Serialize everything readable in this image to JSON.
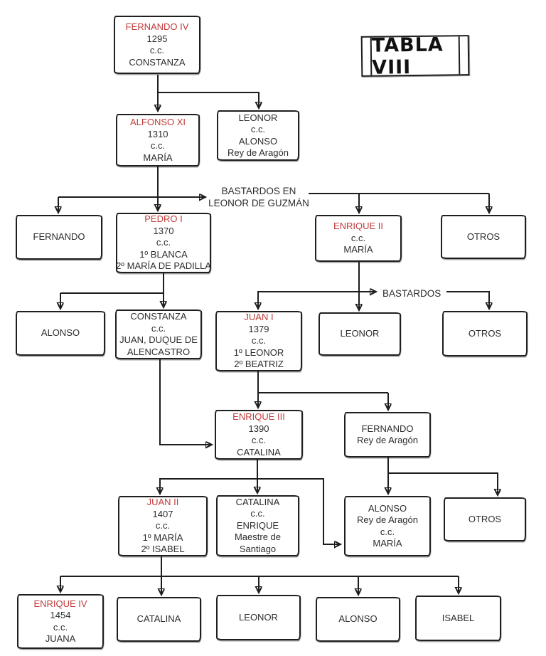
{
  "title": {
    "label": "TABLA VIII"
  },
  "accent_color": "#c13b3b",
  "line_color": "#1d1d1d",
  "labels": {
    "bastardos_guzman_line1": "BASTARDOS EN",
    "bastardos_guzman_line2": "LEONOR DE GUZMÁN",
    "bastardos": "BASTARDOS"
  },
  "nodes": [
    {
      "id": "fernando-iv",
      "lines": [
        {
          "text": "FERNANDO IV",
          "red": true
        },
        {
          "text": "1295"
        },
        {
          "text": "c.c."
        },
        {
          "text": "CONSTANZA"
        }
      ]
    },
    {
      "id": "alfonso-xi",
      "lines": [
        {
          "text": "ALFONSO XI",
          "red": true
        },
        {
          "text": "1310"
        },
        {
          "text": "c.c."
        },
        {
          "text": "MARÍA"
        }
      ]
    },
    {
      "id": "leonor-aragon",
      "lines": [
        {
          "text": "LEONOR"
        },
        {
          "text": "c.c."
        },
        {
          "text": "ALONSO"
        },
        {
          "text": "Rey de Aragón"
        }
      ]
    },
    {
      "id": "fernando",
      "lines": [
        {
          "text": "FERNANDO"
        }
      ]
    },
    {
      "id": "pedro-i",
      "lines": [
        {
          "text": "PEDRO I",
          "red": true
        },
        {
          "text": "1370"
        },
        {
          "text": "c.c."
        },
        {
          "text": "1º BLANCA"
        },
        {
          "text": "2º MARÍA DE PADILLA"
        }
      ]
    },
    {
      "id": "enrique-ii",
      "lines": [
        {
          "text": "ENRIQUE II",
          "red": true
        },
        {
          "text": "c.c."
        },
        {
          "text": "MARÍA"
        }
      ]
    },
    {
      "id": "otros-1",
      "lines": [
        {
          "text": "OTROS"
        }
      ]
    },
    {
      "id": "alonso",
      "lines": [
        {
          "text": "ALONSO"
        }
      ]
    },
    {
      "id": "constanza",
      "lines": [
        {
          "text": "CONSTANZA"
        },
        {
          "text": "c.c."
        },
        {
          "text": "JUAN, DUQUE DE"
        },
        {
          "text": "ALENCASTRO"
        }
      ]
    },
    {
      "id": "juan-i",
      "lines": [
        {
          "text": "JUAN I",
          "red": true
        },
        {
          "text": "1379"
        },
        {
          "text": "c.c."
        },
        {
          "text": "1º LEONOR"
        },
        {
          "text": "2º BEATRIZ"
        }
      ]
    },
    {
      "id": "leonor",
      "lines": [
        {
          "text": "LEONOR"
        }
      ]
    },
    {
      "id": "otros-2",
      "lines": [
        {
          "text": "OTROS"
        }
      ]
    },
    {
      "id": "enrique-iii",
      "lines": [
        {
          "text": "ENRIQUE III",
          "red": true
        },
        {
          "text": "1390"
        },
        {
          "text": "c.c."
        },
        {
          "text": "CATALINA"
        }
      ]
    },
    {
      "id": "fernando-aragon",
      "lines": [
        {
          "text": "FERNANDO"
        },
        {
          "text": "Rey de Aragón"
        }
      ]
    },
    {
      "id": "juan-ii",
      "lines": [
        {
          "text": "JUAN II",
          "red": true
        },
        {
          "text": "1407"
        },
        {
          "text": "c.c."
        },
        {
          "text": "1º MARÍA"
        },
        {
          "text": "2º ISABEL"
        }
      ]
    },
    {
      "id": "catalina-maestre",
      "lines": [
        {
          "text": "CATALINA"
        },
        {
          "text": "c.c."
        },
        {
          "text": "ENRIQUE"
        },
        {
          "text": "Maestre de"
        },
        {
          "text": "Santiago"
        }
      ]
    },
    {
      "id": "alonso-aragon",
      "lines": [
        {
          "text": "ALONSO"
        },
        {
          "text": "Rey de Aragón"
        },
        {
          "text": "c.c."
        },
        {
          "text": "MARÍA"
        }
      ]
    },
    {
      "id": "otros-3",
      "lines": [
        {
          "text": "OTROS"
        }
      ]
    },
    {
      "id": "enrique-iv",
      "lines": [
        {
          "text": "ENRIQUE IV",
          "red": true
        },
        {
          "text": "1454"
        },
        {
          "text": "c.c."
        },
        {
          "text": "JUANA"
        }
      ]
    },
    {
      "id": "catalina",
      "lines": [
        {
          "text": "CATALINA"
        }
      ]
    },
    {
      "id": "leonor-2",
      "lines": [
        {
          "text": "LEONOR"
        }
      ]
    },
    {
      "id": "alonso-2",
      "lines": [
        {
          "text": "ALONSO"
        }
      ]
    },
    {
      "id": "isabel",
      "lines": [
        {
          "text": "ISABEL"
        }
      ]
    }
  ],
  "edges": [
    {
      "from": "fernando-iv",
      "to": "alfonso-xi"
    },
    {
      "from": "fernando-iv",
      "to": "leonor-aragon"
    },
    {
      "from": "alfonso-xi",
      "to": "fernando"
    },
    {
      "from": "alfonso-xi",
      "to": "pedro-i"
    },
    {
      "from": "alfonso-xi",
      "to": "bastardos-en-leonor-de-guzman"
    },
    {
      "from": "bastardos-en-leonor-de-guzman",
      "to": "enrique-ii"
    },
    {
      "from": "bastardos-en-leonor-de-guzman",
      "to": "otros-1"
    },
    {
      "from": "pedro-i",
      "to": "alonso"
    },
    {
      "from": "pedro-i",
      "to": "constanza"
    },
    {
      "from": "enrique-ii",
      "to": "juan-i"
    },
    {
      "from": "enrique-ii",
      "to": "leonor"
    },
    {
      "from": "enrique-ii",
      "to": "bastardos"
    },
    {
      "from": "bastardos",
      "to": "otros-2"
    },
    {
      "from": "juan-i",
      "to": "enrique-iii"
    },
    {
      "from": "juan-i",
      "to": "fernando-aragon"
    },
    {
      "from": "constanza",
      "to": "enrique-iii"
    },
    {
      "from": "enrique-iii",
      "to": "juan-ii"
    },
    {
      "from": "enrique-iii",
      "to": "catalina-maestre"
    },
    {
      "from": "enrique-iii",
      "to": "alonso-aragon"
    },
    {
      "from": "fernando-aragon",
      "to": "alonso-aragon"
    },
    {
      "from": "fernando-aragon",
      "to": "otros-3"
    },
    {
      "from": "juan-ii",
      "to": "enrique-iv"
    },
    {
      "from": "juan-ii",
      "to": "catalina"
    },
    {
      "from": "juan-ii",
      "to": "leonor-2"
    },
    {
      "from": "juan-ii",
      "to": "alonso-2"
    },
    {
      "from": "juan-ii",
      "to": "isabel"
    }
  ]
}
